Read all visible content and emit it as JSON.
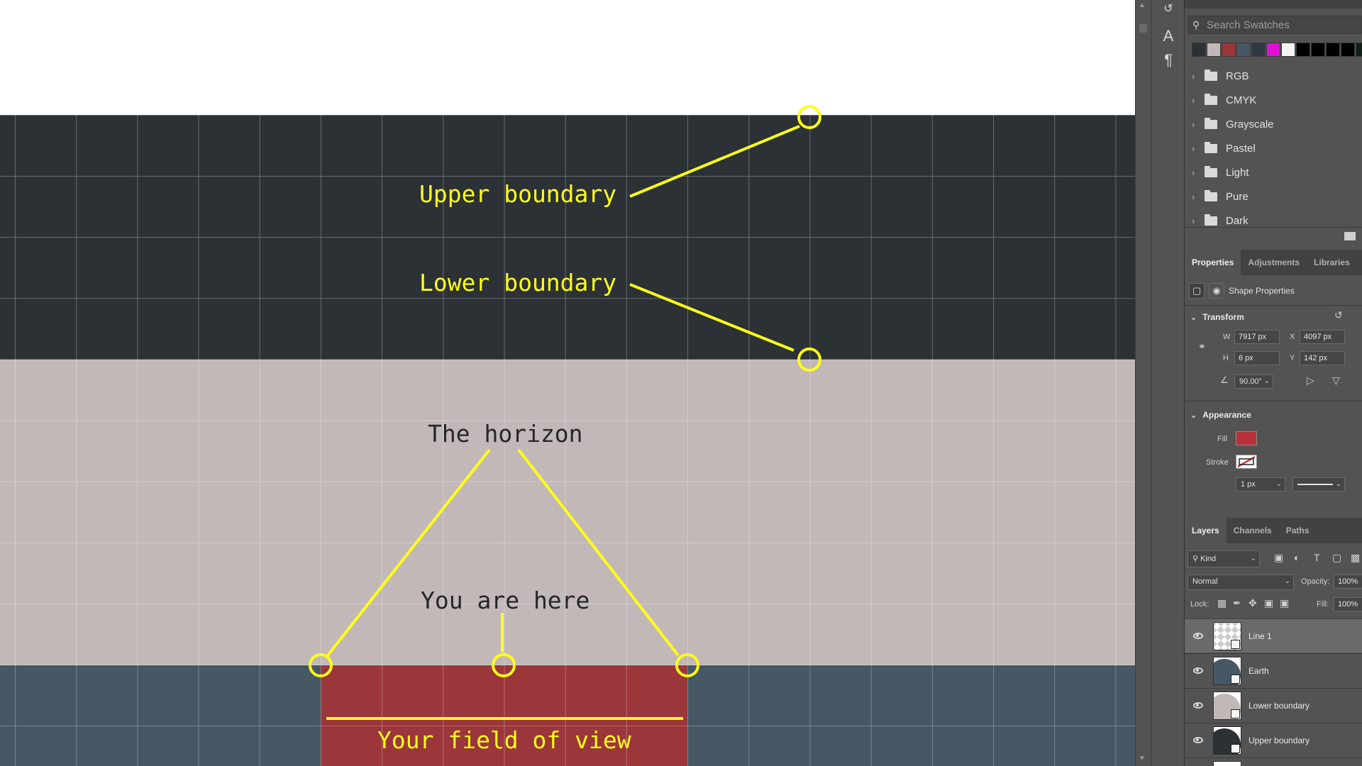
{
  "canvas": {
    "annotations": {
      "upper": "Upper boundary",
      "lower": "Lower boundary",
      "horizon": "The horizon",
      "here": "You are here",
      "fov": "Your field of view"
    },
    "colors": {
      "upper_band": "#2b3135",
      "lower_band": "#c2b8b8",
      "earth_band": "#465863",
      "fov_rect": "#9b363b",
      "annotation": "#ffff19"
    }
  },
  "tools": {
    "items": [
      "history-icon",
      "character-icon",
      "paragraph-icon"
    ]
  },
  "swatches": {
    "search_placeholder": "Search Swatches",
    "recent": [
      "#2b3135",
      "#c2b8b8",
      "#9b363b",
      "#465863",
      "#2d3a44",
      "#e20fd8",
      "#f4f4f4",
      "#000000",
      "#000000",
      "#000000",
      "#000000",
      "#0f2115",
      "#c8b2b8"
    ],
    "groups": [
      "RGB",
      "CMYK",
      "Grayscale",
      "Pastel",
      "Light",
      "Pure",
      "Dark"
    ]
  },
  "properties": {
    "tabs": [
      "Properties",
      "Adjustments",
      "Libraries"
    ],
    "active_tab": "Properties",
    "header": "Shape Properties",
    "transform": {
      "title": "Transform",
      "w_label": "W",
      "w_value": "7917 px",
      "x_label": "X",
      "x_value": "4097 px",
      "h_label": "H",
      "h_value": "6 px",
      "y_label": "Y",
      "y_value": "142 px",
      "angle_value": "90.00°"
    },
    "appearance": {
      "title": "Appearance",
      "fill_label": "Fill",
      "fill_color": "#b7303a",
      "stroke_label": "Stroke",
      "stroke_width": "1 px"
    }
  },
  "layers": {
    "tabs": [
      "Layers",
      "Channels",
      "Paths"
    ],
    "active_tab": "Layers",
    "filter_kind": "Kind",
    "blend_mode": "Normal",
    "opacity_label": "Opacity:",
    "opacity_value": "100%",
    "lock_label": "Lock:",
    "fill_label": "Fill:",
    "fill_value": "100%",
    "items": [
      {
        "name": "Line 1",
        "thumb": "#ffffff",
        "selected": true
      },
      {
        "name": "Earth",
        "thumb": "#465863",
        "selected": false
      },
      {
        "name": "Lower boundary",
        "thumb": "#c2b8b8",
        "selected": false
      },
      {
        "name": "Upper boundary",
        "thumb": "#2b3135",
        "selected": false
      }
    ]
  }
}
